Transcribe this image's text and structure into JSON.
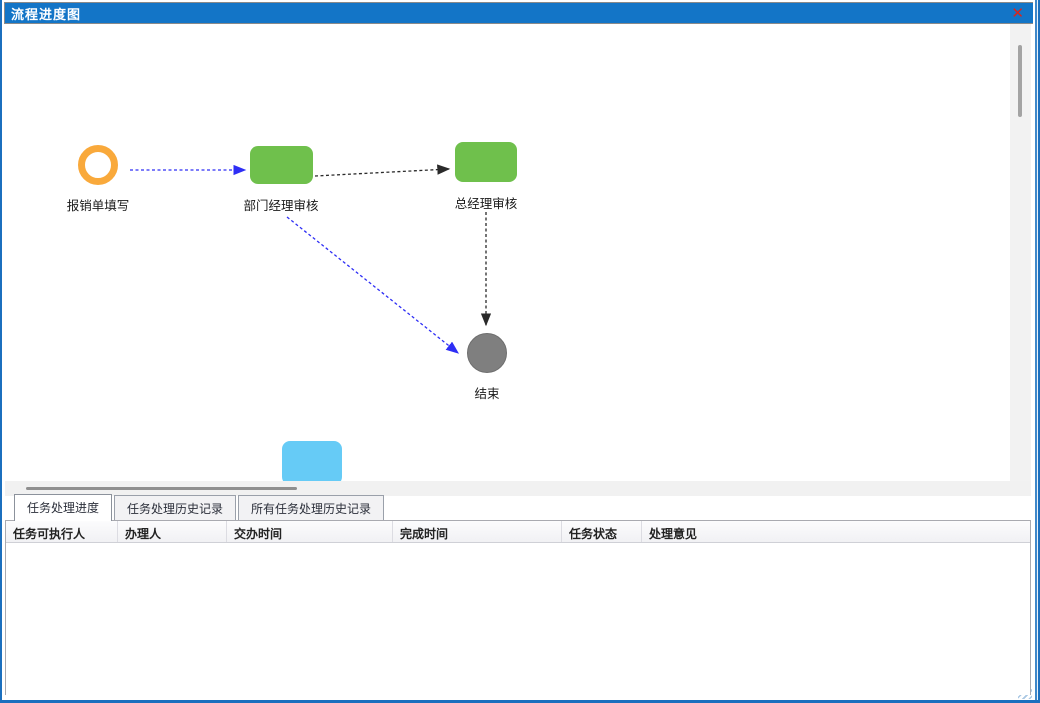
{
  "window": {
    "title": "流程进度图"
  },
  "icons": {
    "close": "✕"
  },
  "colors": {
    "titlebar": "#1375C7",
    "title-text": "#FFFFFF",
    "close-red": "#D9261C",
    "window-border": "#1B6FBE",
    "node-green": "#6FC04C",
    "node-orange": "#F9A93B",
    "node-gray": "#7F7F7F",
    "node-lightblue": "#66CBF6",
    "arrow-blue": "#2E2EF5",
    "arrow-black": "#2A2A2A"
  },
  "diagram": {
    "nodes": [
      {
        "id": "start",
        "type": "start-circle",
        "label": "报销单填写"
      },
      {
        "id": "dept-manager-review",
        "type": "task",
        "label": "部门经理审核"
      },
      {
        "id": "general-manager-review",
        "type": "task",
        "label": "总经理审核"
      },
      {
        "id": "end",
        "type": "end-circle",
        "label": "结束"
      },
      {
        "id": "offscreen-task",
        "type": "task",
        "label": ""
      }
    ]
  },
  "tabs": [
    {
      "label": "任务处理进度",
      "active": true
    },
    {
      "label": "任务处理历史记录",
      "active": false
    },
    {
      "label": "所有任务处理历史记录",
      "active": false
    }
  ],
  "table": {
    "columns": [
      "任务可执行人",
      "办理人",
      "交办时间",
      "完成时间",
      "任务状态",
      "处理意见"
    ],
    "rows": []
  }
}
